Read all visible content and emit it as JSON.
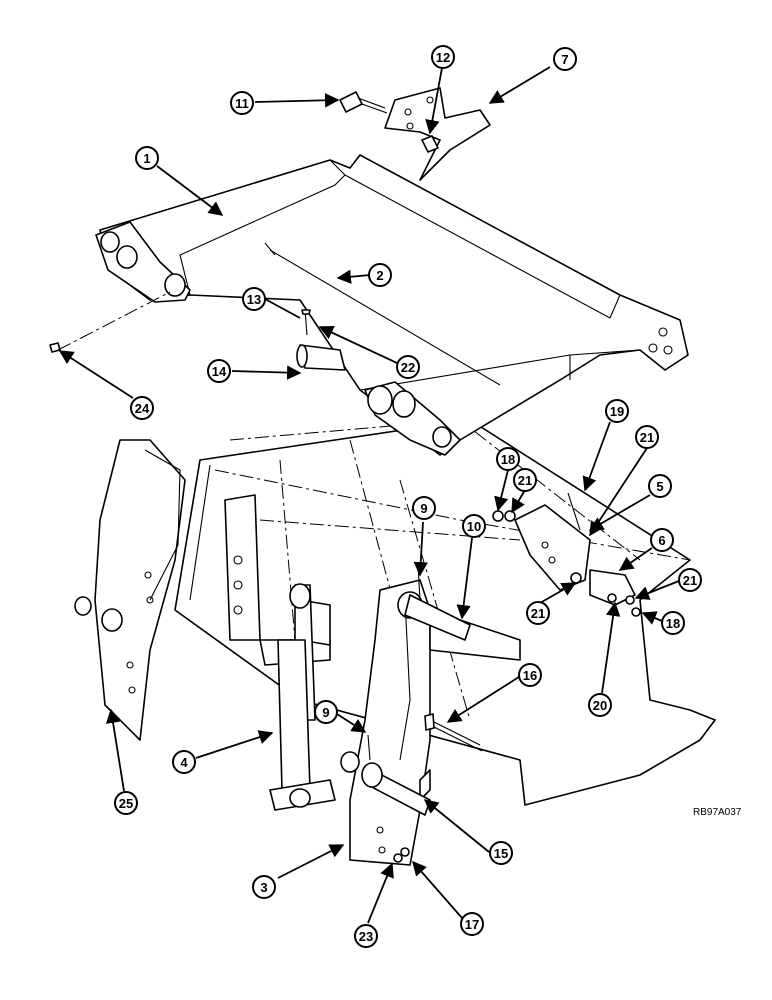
{
  "reference_code": "RB97A037",
  "callouts": [
    "1",
    "2",
    "3",
    "4",
    "5",
    "6",
    "7",
    "9",
    "9",
    "10",
    "11",
    "12",
    "13",
    "14",
    "15",
    "16",
    "17",
    "18",
    "18",
    "19",
    "20",
    "21",
    "21",
    "21",
    "21",
    "22",
    "23",
    "24",
    "25"
  ]
}
